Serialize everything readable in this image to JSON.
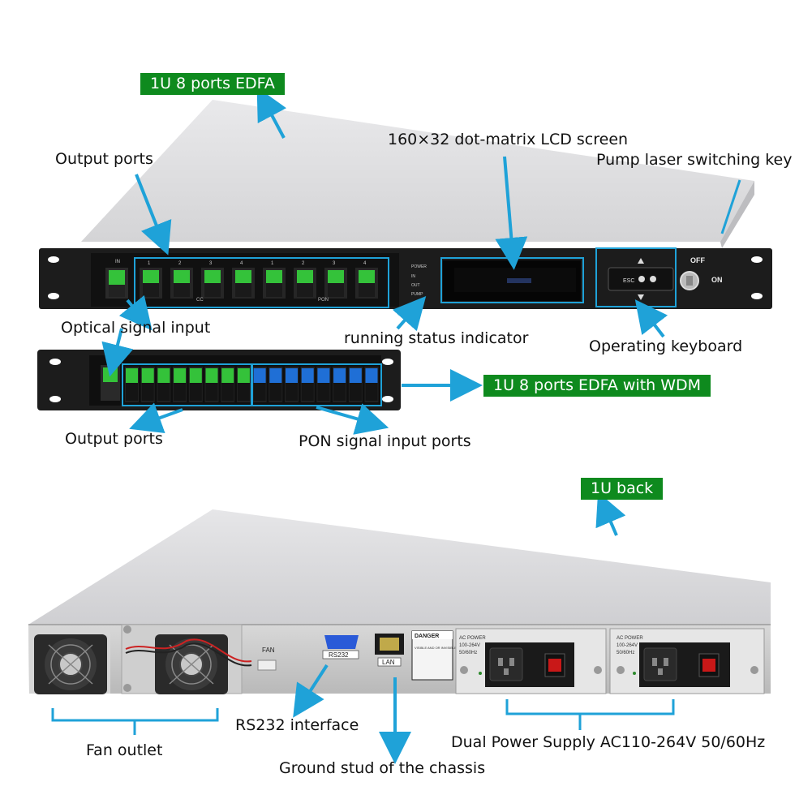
{
  "tags": {
    "front": "1U 8 ports EDFA",
    "wdm": "1U 8 ports EDFA with WDM",
    "back": "1U back"
  },
  "labels": {
    "output_ports_top": "Output ports",
    "lcd_screen": "160×32 dot-matrix LCD screen",
    "pump_key": "Pump laser switching key",
    "optical_input": "Optical signal input",
    "running_status": "running status indicator",
    "operating_keyboard": "Operating keyboard",
    "output_ports_wdm": "Output ports",
    "pon_input_ports": "PON signal input ports",
    "rs232_interface": "RS232 interface",
    "fan_outlet": "Fan outlet",
    "ground_stud": "Ground stud of the chassis",
    "dual_power": "Dual Power Supply AC110-264V 50/60Hz"
  },
  "front_panel": {
    "in_label": "IN",
    "port_numbers": [
      "1",
      "2",
      "3",
      "4",
      "1",
      "2",
      "3",
      "4"
    ],
    "group_labels": [
      "CC",
      "PON"
    ],
    "leds": [
      "POWER",
      "IN",
      "OUT",
      "PUMP"
    ],
    "keys": [
      "ESC"
    ],
    "switch_labels": [
      "OFF",
      "ON"
    ]
  },
  "back_panel": {
    "fan_label": "FAN",
    "rs232_label": "RS232",
    "lan_label": "LAN",
    "danger_title": "DANGER",
    "danger_text": "VISIBLE AND OR INVISIBLE LASER RADIATION AVOID DIRECT EXPOSURE TO BEAM",
    "psu_title": "AC POWER",
    "psu_voltage": "100-264V",
    "psu_freq": "50/60Hz"
  },
  "colors": {
    "tag_green": "#0e8a1e",
    "arrow_blue": "#1fa2d8",
    "sc_apc_green": "#34c23a",
    "sc_upc_blue": "#1f6fd6",
    "panel_black": "#1c1c1c"
  }
}
